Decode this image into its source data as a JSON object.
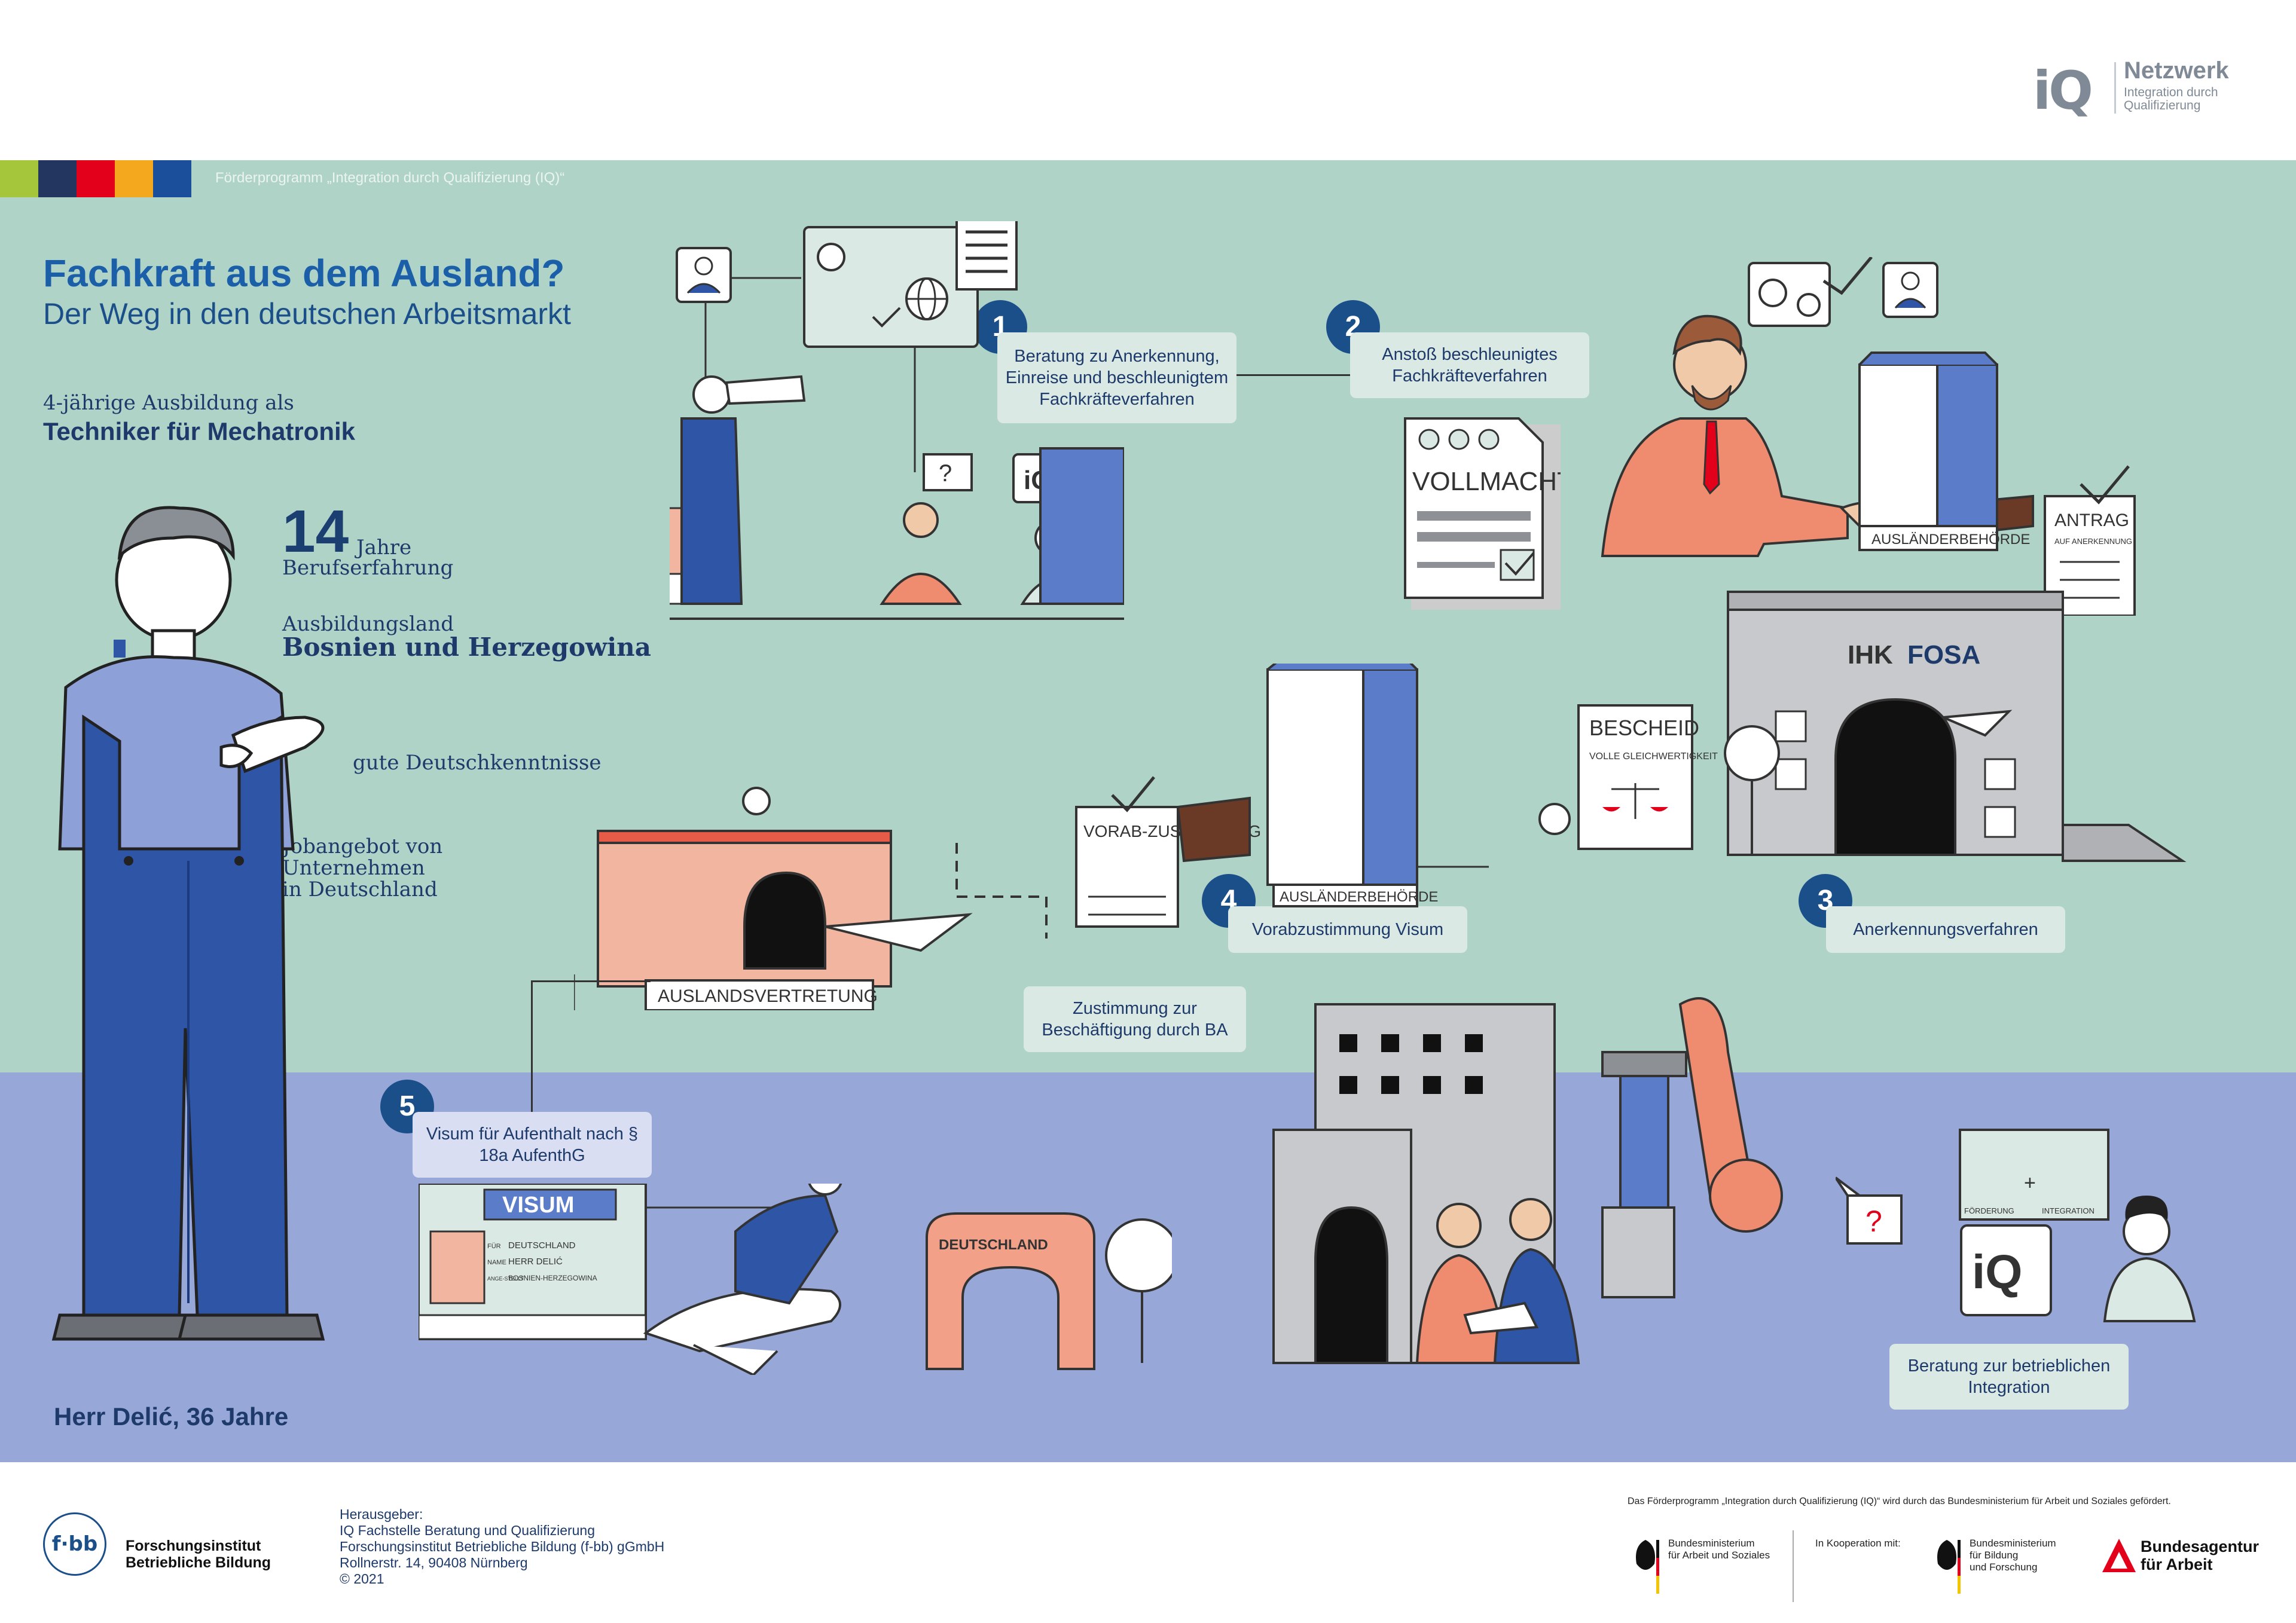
{
  "header": {
    "logo_mark": "iQ",
    "network_title": "Netzwerk",
    "network_subtitle": "Integration durch Qualifizierung",
    "program_line": "Förderprogramm „Integration durch Qualifizierung (IQ)“"
  },
  "colors": {
    "band_top": "#b0d3c8",
    "band_bottom": "#97a7d7",
    "accent_blue": "#1b4f8a",
    "swatches": [
      "#a5c63b",
      "#23365f",
      "#e3001b",
      "#f4a81d",
      "#1b4f9c"
    ]
  },
  "title": {
    "line1": "Fachkraft aus dem Ausland?",
    "line2": "Der Weg in den deutschen Arbeitsmarkt"
  },
  "profile": {
    "training_label": "4-jährige Ausbildung als",
    "training_value": "Techniker für Mechatronik",
    "years_number": "14",
    "years_unit": "Jahre",
    "years_label": "Berufserfahrung",
    "country_label": "Ausbildungsland",
    "country_value": "Bosnien und Herzegowina",
    "german": "gute Deutschkenntnisse",
    "job_offer_1": "Jobangebot von",
    "job_offer_2": "Unternehmen",
    "job_offer_3": "in Deutschland",
    "person": "Herr Delić, 36 Jahre"
  },
  "steps": [
    {
      "number": "1",
      "text": "Beratung zu Anerkennung, Einreise und beschleunigtem Fachkräfteverfahren"
    },
    {
      "number": "2",
      "text": "Anstoß beschleunigtes Fachkräfteverfahren"
    },
    {
      "number": "3",
      "text": "Anerkennungsverfahren"
    },
    {
      "number": "4",
      "text": "Vorabzustimmung Visum"
    },
    {
      "number": "5",
      "text": "Visum für Aufenthalt nach § 18a AufenthG"
    }
  ],
  "extra_boxes": {
    "ba": "Zustimmung zur Beschäftigung durch BA",
    "integration": "Beratung zur betrieblichen Integration"
  },
  "illustration_labels": {
    "vollmacht": "VOLLMACHT",
    "auslaenderbehoerde": "AUSLÄNDERBEHÖRDE",
    "antrag": "ANTRAG",
    "antrag_sub": "AUF ANERKENNUNG",
    "ihk": "IHK",
    "fosa": "FOSA",
    "bescheid": "BESCHEID",
    "bescheid_sub": "VOLLE GLEICHWERTIGKEIT",
    "vorab": "VORAB-ZUSTIMMUNG",
    "auslandsvertretung": "AUSLANDSVERTRETUNG",
    "visum": "VISUM",
    "visum_field1_label": "FÜR",
    "visum_field1": "DEUTSCHLAND",
    "visum_field2_label": "NAME",
    "visum_field2": "HERR DELIĆ",
    "visum_field3_label": "ANGE-STELLT",
    "visum_field3": "BOSNIEN-HERZEGOWINA",
    "deutschland": "DEUTSCHLAND",
    "foerderung": "FÖRDERUNG",
    "integration": "INTEGRATION",
    "iq": "iQ"
  },
  "footer": {
    "funding_note": "Das Förderprogramm „Integration durch Qualifizierung (IQ)“ wird durch das Bundesministerium für Arbeit und Soziales gefördert.",
    "fbb_mark": "f·bb",
    "fbb_name_1": "Forschungsinstitut",
    "fbb_name_2": "Betriebliche Bildung",
    "publisher": [
      "Herausgeber:",
      "IQ Fachstelle Beratung und Qualifizierung",
      "Forschungsinstitut Betriebliche Bildung (f-bb) gGmbH",
      "Rollnerstr. 14, 90408 Nürnberg",
      "© 2021"
    ],
    "bmas_1": "Bundesministerium",
    "bmas_2": "für Arbeit und Soziales",
    "cooperation": "In Kooperation mit:",
    "bmbf_1": "Bundesministerium",
    "bmbf_2": "für Bildung",
    "bmbf_3": "und Forschung",
    "ba_1": "Bundesagentur",
    "ba_2": "für Arbeit"
  }
}
